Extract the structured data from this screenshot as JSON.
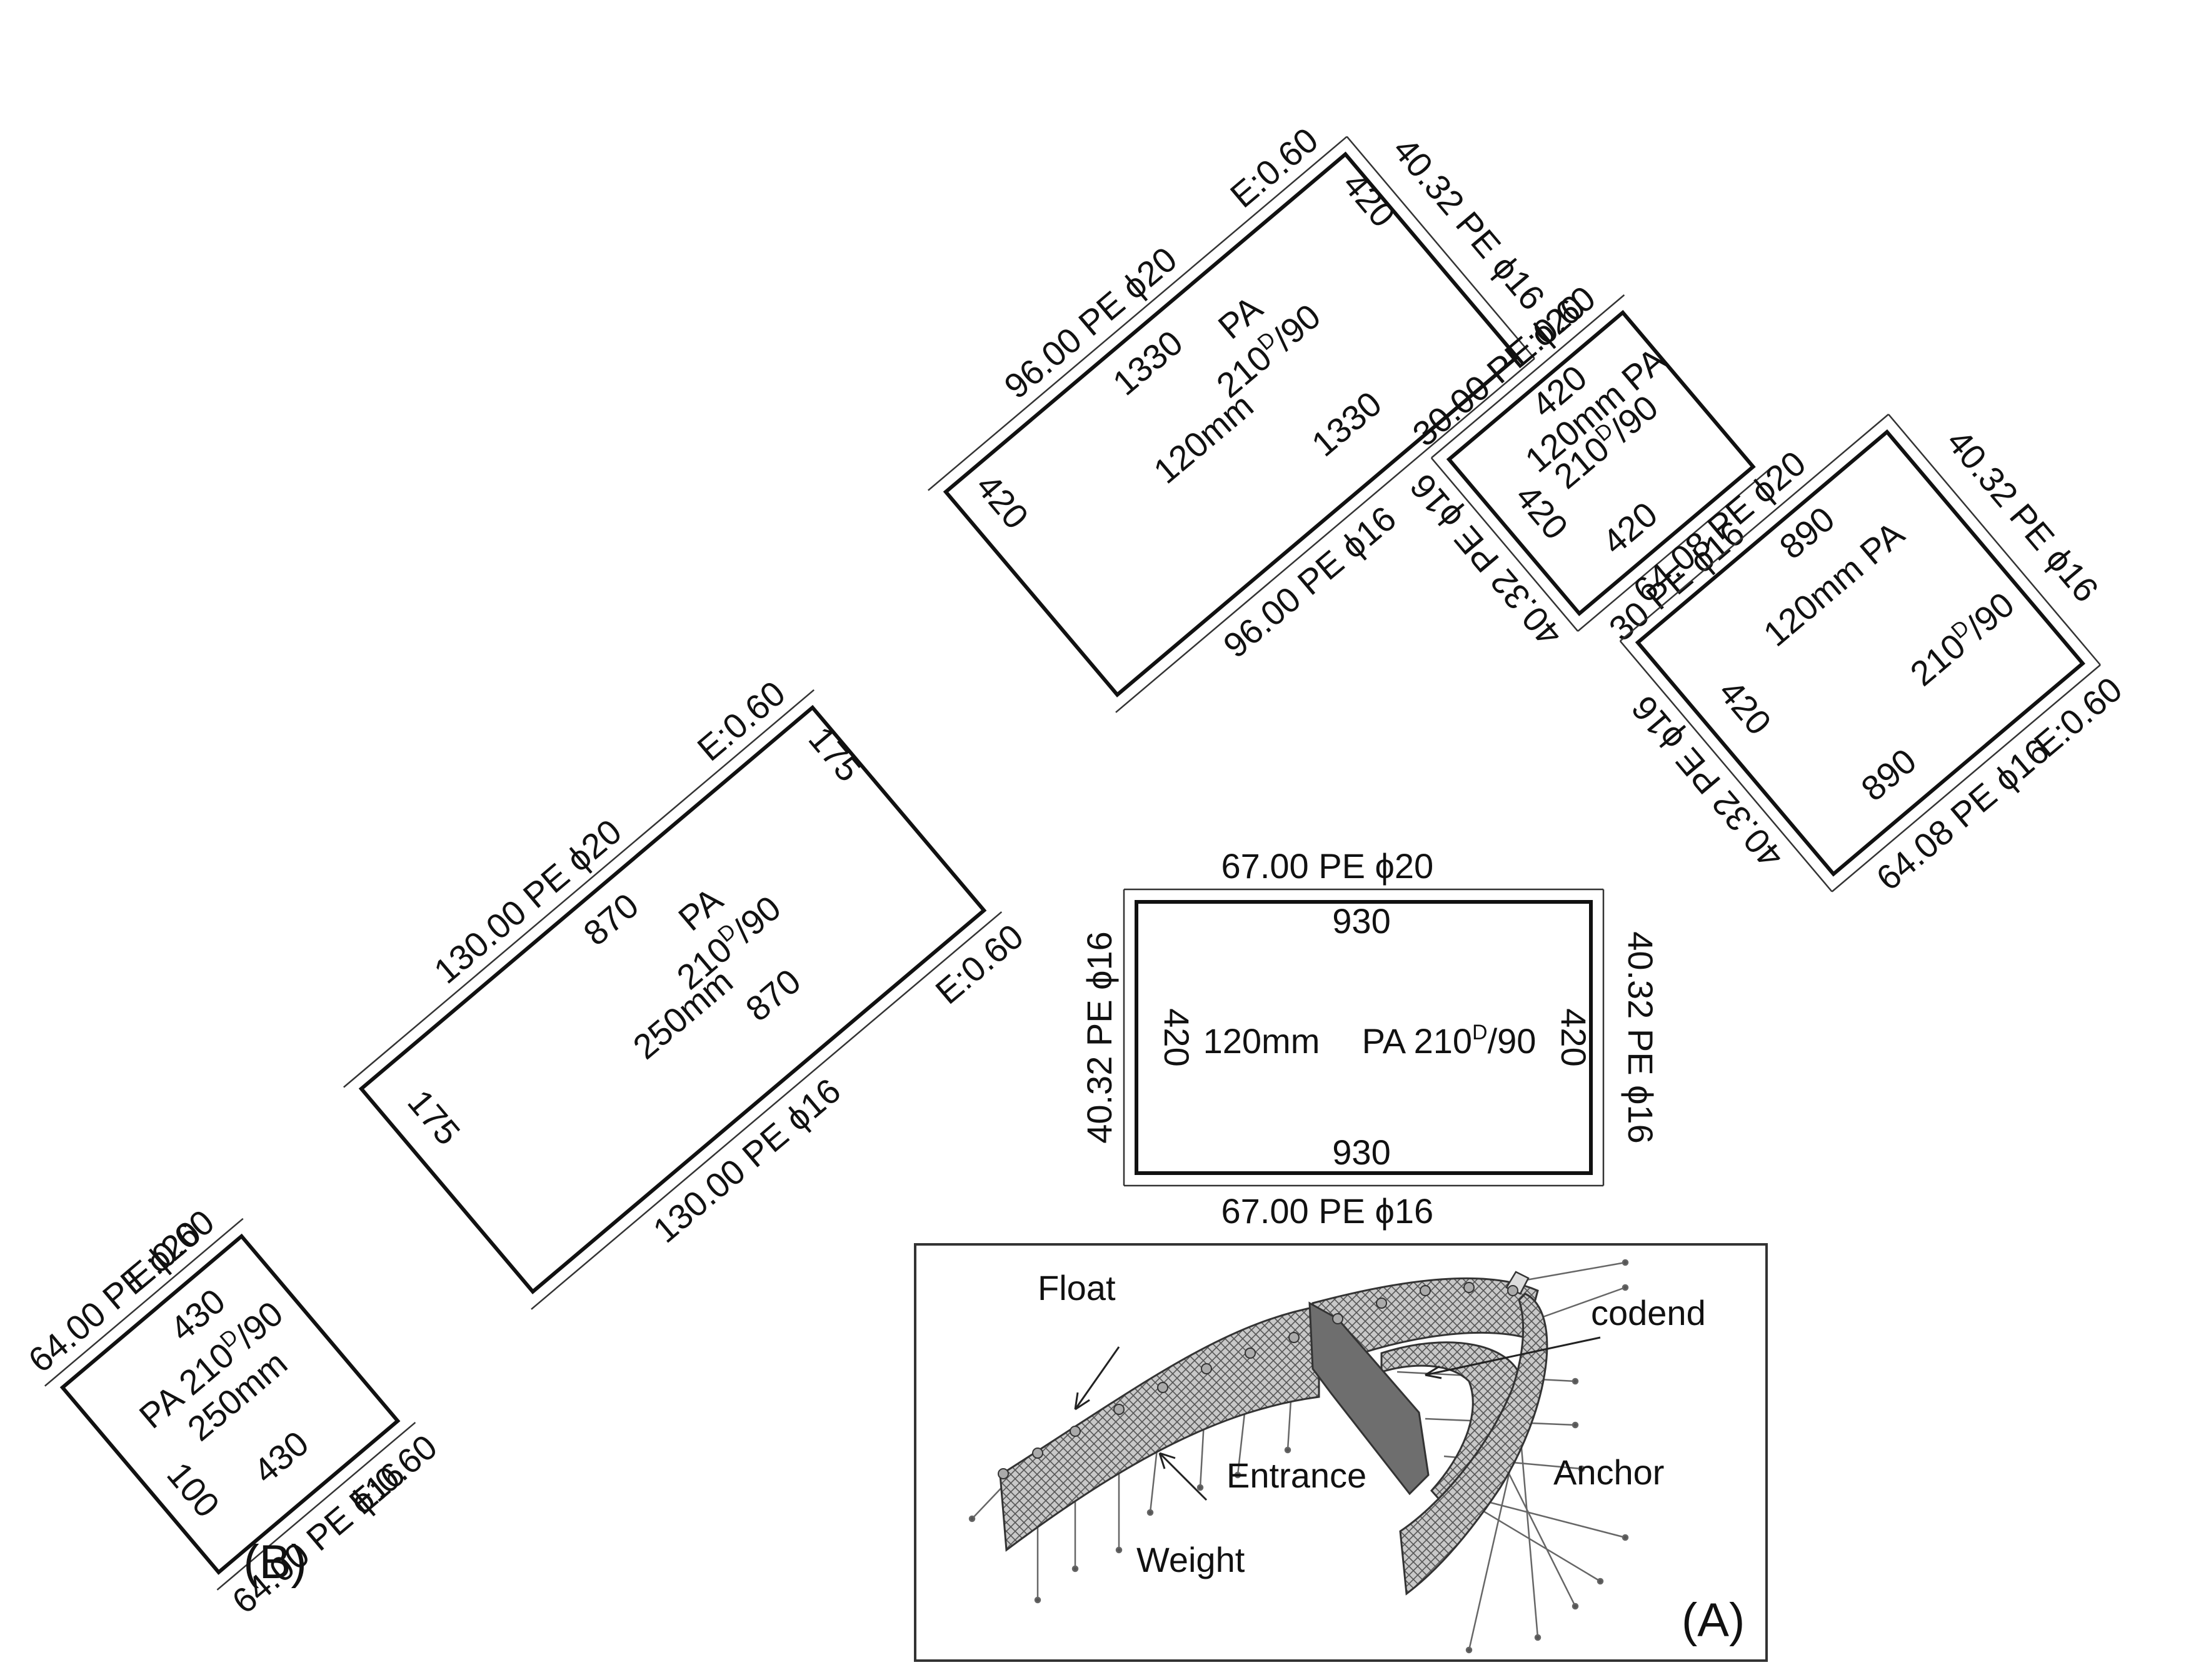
{
  "figure_labels": {
    "panel_b": "(B)",
    "panel_a": "(A)"
  },
  "panels": [
    {
      "id": "p1",
      "top_rope": "64.00 PE ϕ20",
      "bottom_rope": "64.00 PE ϕ16",
      "left_rope": "",
      "right_rope": "",
      "e_top": "E:0.60",
      "e_right": "E:0.60",
      "top_mesh": "430",
      "bottom_mesh": "430",
      "left_mesh": "100",
      "right_mesh": "",
      "mesh_size": "250mm",
      "material_lead": "PA 210",
      "material_sup": "D",
      "material_tail": "/90"
    },
    {
      "id": "p2",
      "top_rope": "130.00 PE ϕ20",
      "bottom_rope": "130.00 PE ϕ16",
      "left_rope": "",
      "right_rope": "",
      "e_top": "E:0.60",
      "e_right": "E:0.60",
      "top_mesh": "870",
      "bottom_mesh": "870",
      "left_mesh": "175",
      "right_mesh": "175",
      "mesh_size": "250mm",
      "material_lead": "PA",
      "material_sup": "D",
      "material_tail": "210|/90"
    },
    {
      "id": "p3",
      "top_rope": "96.00 PE ϕ20",
      "bottom_rope": "96.00 PE ϕ16",
      "left_rope": "",
      "right_rope": "40.32 PE ϕ16",
      "e_top": "E:0.60",
      "e_right": "",
      "top_mesh": "1330",
      "bottom_mesh": "1330",
      "left_mesh": "420",
      "right_mesh": "420",
      "mesh_size": "120mm",
      "material_lead": "PA",
      "material_sup": "D",
      "material_tail": "210|/90"
    },
    {
      "id": "p4",
      "top_rope": "30.00 PE ϕ20",
      "bottom_rope": "30 PE ϕ16",
      "left_rope": "40.32 PE ϕ16",
      "right_rope": "",
      "e_top": "E:0.60",
      "e_right": "",
      "top_mesh": "420",
      "bottom_mesh": "420",
      "left_mesh": "420",
      "right_mesh": "",
      "mesh_size": "120mm PA",
      "material_lead": "210",
      "material_sup": "D",
      "material_tail": "/90"
    },
    {
      "id": "p5",
      "top_rope": "64.08 PE ϕ20",
      "bottom_rope": "64.08 PE ϕ16",
      "left_rope": "40.32 PE ϕ16",
      "right_rope": "40.32 PE ϕ16",
      "e_top": "",
      "e_right": "E:0.60",
      "top_mesh": "890",
      "bottom_mesh": "890",
      "left_mesh": "420",
      "right_mesh": "",
      "mesh_size": "120mm PA",
      "material_lead": "210",
      "material_sup": "D",
      "material_tail": "/90"
    },
    {
      "id": "p6",
      "top_rope": "67.00 PE ϕ20",
      "bottom_rope": "67.00 PE ϕ16",
      "left_rope": "40.32 PE ϕ16",
      "right_rope": "40.32 PE ϕ16",
      "e_top": "",
      "e_right": "",
      "top_mesh": "930",
      "bottom_mesh": "930",
      "left_mesh": "420",
      "right_mesh": "420",
      "mesh_size": "120mm",
      "material_lead": "PA 210",
      "material_sup": "D",
      "material_tail": "/90"
    }
  ],
  "inset": {
    "float": "Float",
    "codend": "codend",
    "entrance": "Entrance",
    "anchor": "Anchor",
    "weight": "Weight"
  }
}
